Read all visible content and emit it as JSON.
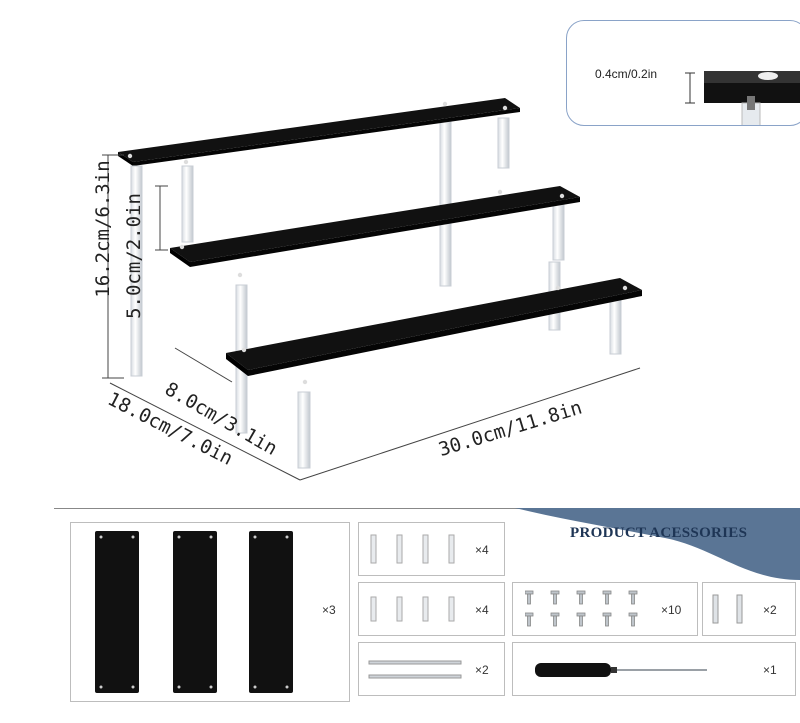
{
  "dimensions": {
    "total_height": "16.2cm/6.3in",
    "tier_height": "5.0cm/2.0in",
    "step_depth": "8.0cm/3.1in",
    "depth": "18.0cm/7.0in",
    "width": "30.0cm/11.8in"
  },
  "inset": {
    "thickness": "0.4cm/0.2in"
  },
  "accessories": {
    "title": "PRODUCT ACESSORIES",
    "panels_qty": "×3",
    "long_rods_qty": "×4",
    "short_rods_qty": "×4",
    "screws_qty": "×10",
    "connectors_qty": "×2",
    "pins_qty": "×2",
    "screwdriver_qty": "×1"
  },
  "colors": {
    "banner": "#5a7595",
    "acrylic": "#111111",
    "border": "#8aa3c8"
  }
}
